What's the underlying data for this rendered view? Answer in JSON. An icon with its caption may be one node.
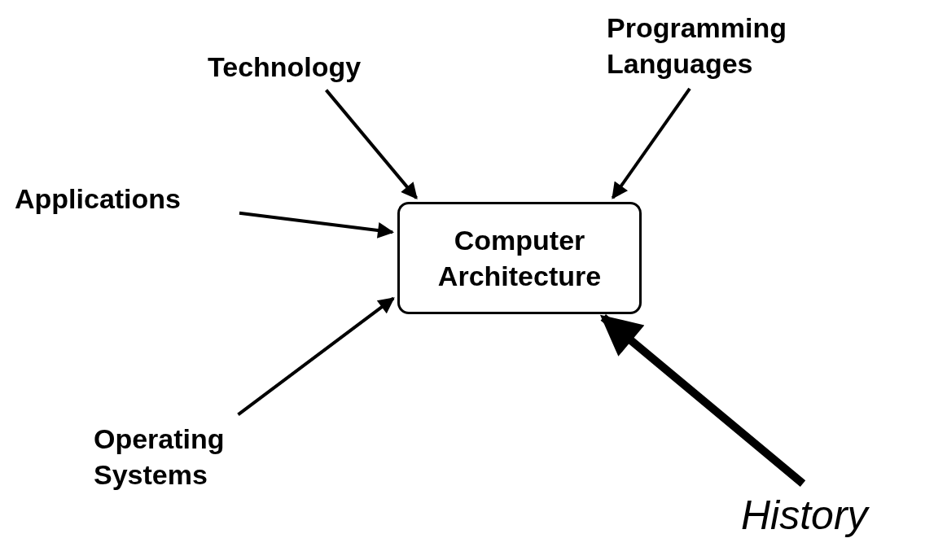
{
  "diagram": {
    "nodes": [
      {
        "text": [
          "Computer Architecture"
        ]
      },
      {
        "text": [
          "Technology"
        ]
      },
      {
        "text": [
          "Programming Languages"
        ]
      },
      {
        "text": [
          "Applications"
        ]
      },
      {
        "text": [
          "Operating Systems"
        ]
      },
      {
        "text": [
          "History"
        ]
      }
    ],
    "edges": [
      {
        "from": 1,
        "to": 0,
        "arrow": "to"
      },
      {
        "from": 2,
        "to": 0,
        "arrow": "to"
      },
      {
        "from": 3,
        "to": 0,
        "arrow": "to"
      },
      {
        "from": 4,
        "to": 0,
        "arrow": "to"
      },
      {
        "from": 5,
        "to": 0,
        "arrow": "to",
        "style": "thick"
      }
    ]
  }
}
